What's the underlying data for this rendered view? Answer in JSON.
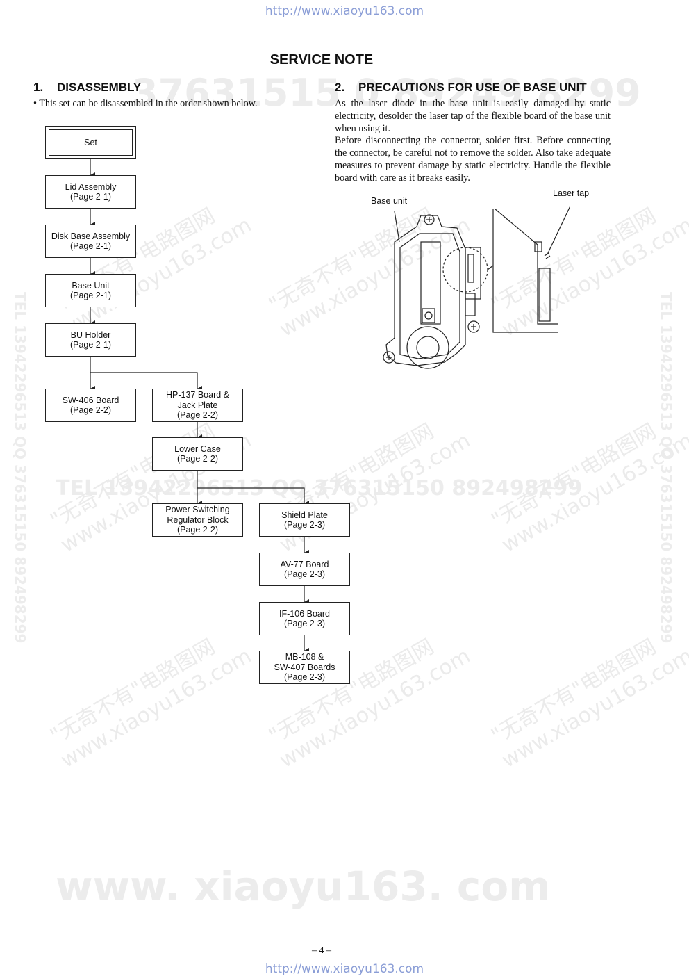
{
  "header": {
    "url": "http://www.xiaoyu163.com"
  },
  "footer": {
    "url": "http://www.xiaoyu163.com",
    "page_number": "– 4 –"
  },
  "document": {
    "title": "SERVICE NOTE",
    "section1": {
      "number": "1.",
      "heading": "DISASSEMBLY",
      "bullet": "•  This set can be disassembled in the order shown below."
    },
    "section2": {
      "number": "2.",
      "heading": "PRECAUTIONS FOR USE OF BASE UNIT",
      "para1": "As the laser diode in the base unit is easily damaged by static electricity, desolder the laser tap of the flexible board of the base unit when using it.",
      "para2": "Before disconnecting the connector, solder first. Before connecting the connector, be careful not to remove the solder. Also take adequate measures to prevent damage by static electricity. Handle the flexible board with care as it breaks easily."
    }
  },
  "flow": {
    "set": "Set",
    "lid": [
      "Lid Assembly",
      "(Page 2-1)"
    ],
    "disk_base": [
      "Disk Base Assembly",
      "(Page 2-1)"
    ],
    "base_unit": [
      "Base Unit",
      "(Page 2-1)"
    ],
    "bu_holder": [
      "BU Holder",
      "(Page 2-1)"
    ],
    "sw406": [
      "SW-406 Board",
      "(Page 2-2)"
    ],
    "hp137": [
      "HP-137 Board &",
      "Jack Plate",
      "(Page 2-2)"
    ],
    "lower_case": [
      "Lower Case",
      "(Page 2-2)"
    ],
    "power_switching": [
      "Power Switching",
      "Regulator Block",
      "(Page 2-2)"
    ],
    "shield_plate": [
      "Shield Plate",
      "(Page 2-3)"
    ],
    "av77": [
      "AV-77 Board",
      "(Page 2-3)"
    ],
    "if106": [
      "IF-106 Board",
      "(Page 2-3)"
    ],
    "mb108": [
      "MB-108 &",
      "SW-407 Boards",
      "(Page 2-3)"
    ]
  },
  "figure": {
    "base_unit_label": "Base unit",
    "laser_tap_label": "Laser tap"
  },
  "watermarks": {
    "bg_number_top": "37631515 0  89249 8299",
    "bg_tel_line": "TEL 13942296513  QQ 376315150  892498299",
    "side_text": "TEL 13942296513  QQ 376315150  892498299",
    "bottom_big": "www. xiaoyu163. com",
    "diag_cn": "\"无奇不有\"电路图网",
    "diag_url": "www.xiaoyu163.com"
  },
  "colors": {
    "watermark": "#e8e8e8",
    "url": "#8a9dd6"
  }
}
